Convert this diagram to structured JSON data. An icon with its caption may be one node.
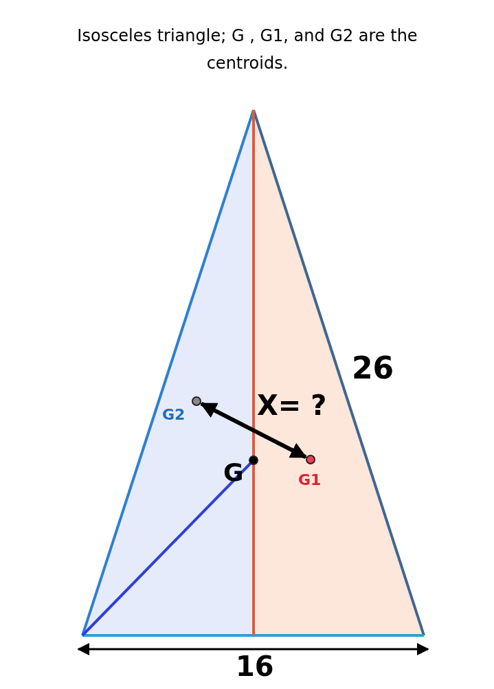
{
  "diagram": {
    "title": "Isosceles triangle; G , G1, and G2 are the centroids.",
    "nodes": [
      {
        "text": [],
        "shape": "circle",
        "beside": [
          "G2"
        ]
      },
      {
        "text": [],
        "shape": "circle",
        "beside": [
          "G"
        ]
      },
      {
        "text": [],
        "shape": "circle",
        "beside": [
          "G1"
        ]
      }
    ],
    "edges": [
      {
        "from": 2,
        "to": 0,
        "arrow": "both",
        "label": "X= ?"
      }
    ],
    "labels": [
      "26",
      "16"
    ]
  }
}
